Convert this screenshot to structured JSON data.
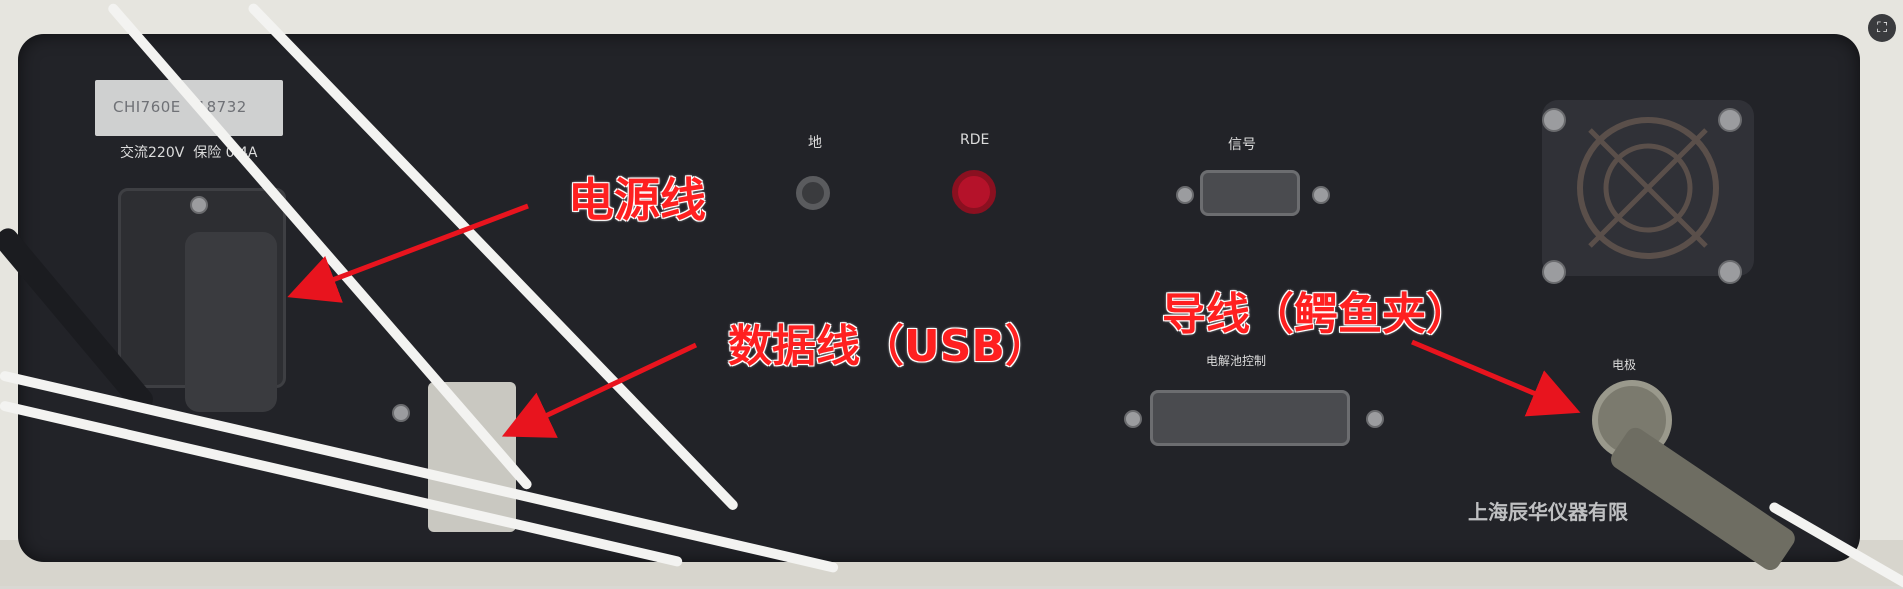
{
  "device": {
    "model_text": "CHI760E   18732",
    "power_spec": "交流220V  保险 0.4A",
    "jack_ground_label": "地",
    "jack_rde_label": "RDE",
    "signal_label": "信号",
    "cell_control_label": "电解池控制",
    "electrode_label": "电极",
    "manufacturer": "上海辰华仪器有限"
  },
  "annotations": {
    "power_cable": "电源线",
    "data_cable": "数据线（USB）",
    "lead_wire": "导线（鳄鱼夹）",
    "arrow_color": "#e8141e"
  },
  "icons": {
    "corner": "fullscreen-icon"
  }
}
